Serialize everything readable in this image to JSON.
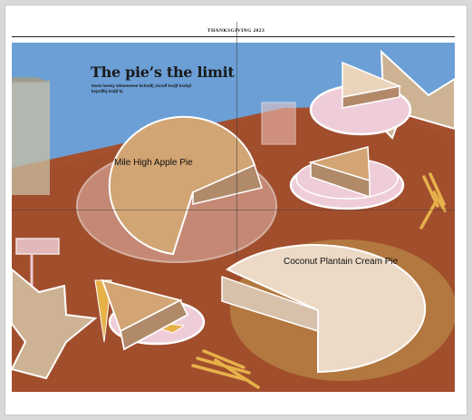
{
  "page": {
    "running_head": "THANKSGIVING 2023",
    "headline": "The pie’s the limit",
    "dek": "Deck hereiy wheeeeeee kchsdfj ,ksndf ksdjf ksdsjf ksjsdfhj ksdjf kj"
  },
  "pies": {
    "apple": {
      "label": "Mile High Apple Pie"
    },
    "coconut": {
      "label": "Coconut Plantain Cream Pie"
    }
  },
  "colors": {
    "sky": "#6b9fd6",
    "wall": "#a44f2e",
    "table": "#a14e2d",
    "crust": "#d4a574",
    "cream": "#eddac6",
    "plate": "#efcdd8",
    "fork": "#e7b14a"
  }
}
